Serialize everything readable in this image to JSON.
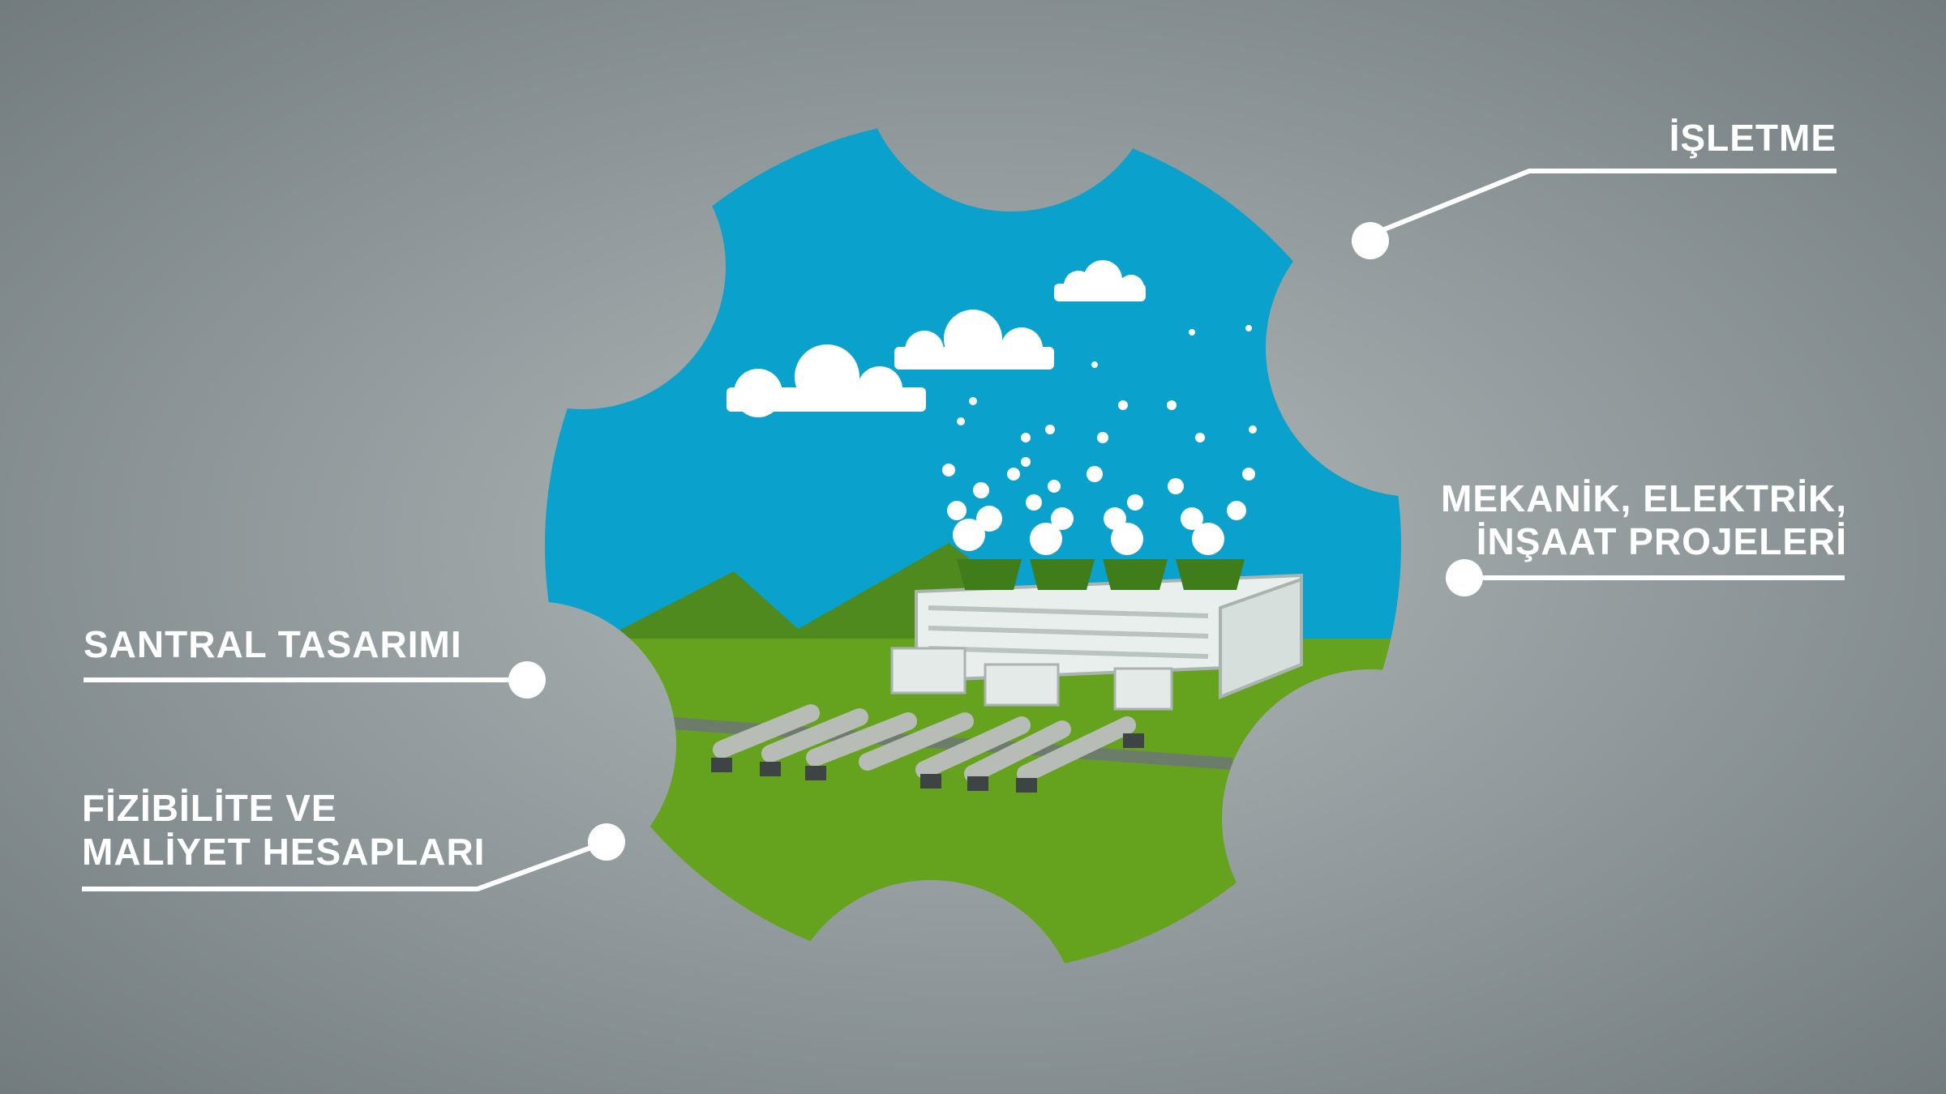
{
  "labels": {
    "isletme": "İŞLETME",
    "mekanik_line1": "MEKANİK, ELEKTRİK,",
    "mekanik_line2": "İNŞAAT PROJELERİ",
    "santral": "SANTRAL TASARIMI",
    "fizibilite_line1": "FİZİBİLİTE VE",
    "fizibilite_line2": "MALİYET HESAPLARI"
  },
  "colors": {
    "sky": "#0aa2cc",
    "ground": "#65a31f",
    "mountain": "#4e8a1d",
    "background_light": "#a7b0b1",
    "background_dark": "#6e777a"
  }
}
